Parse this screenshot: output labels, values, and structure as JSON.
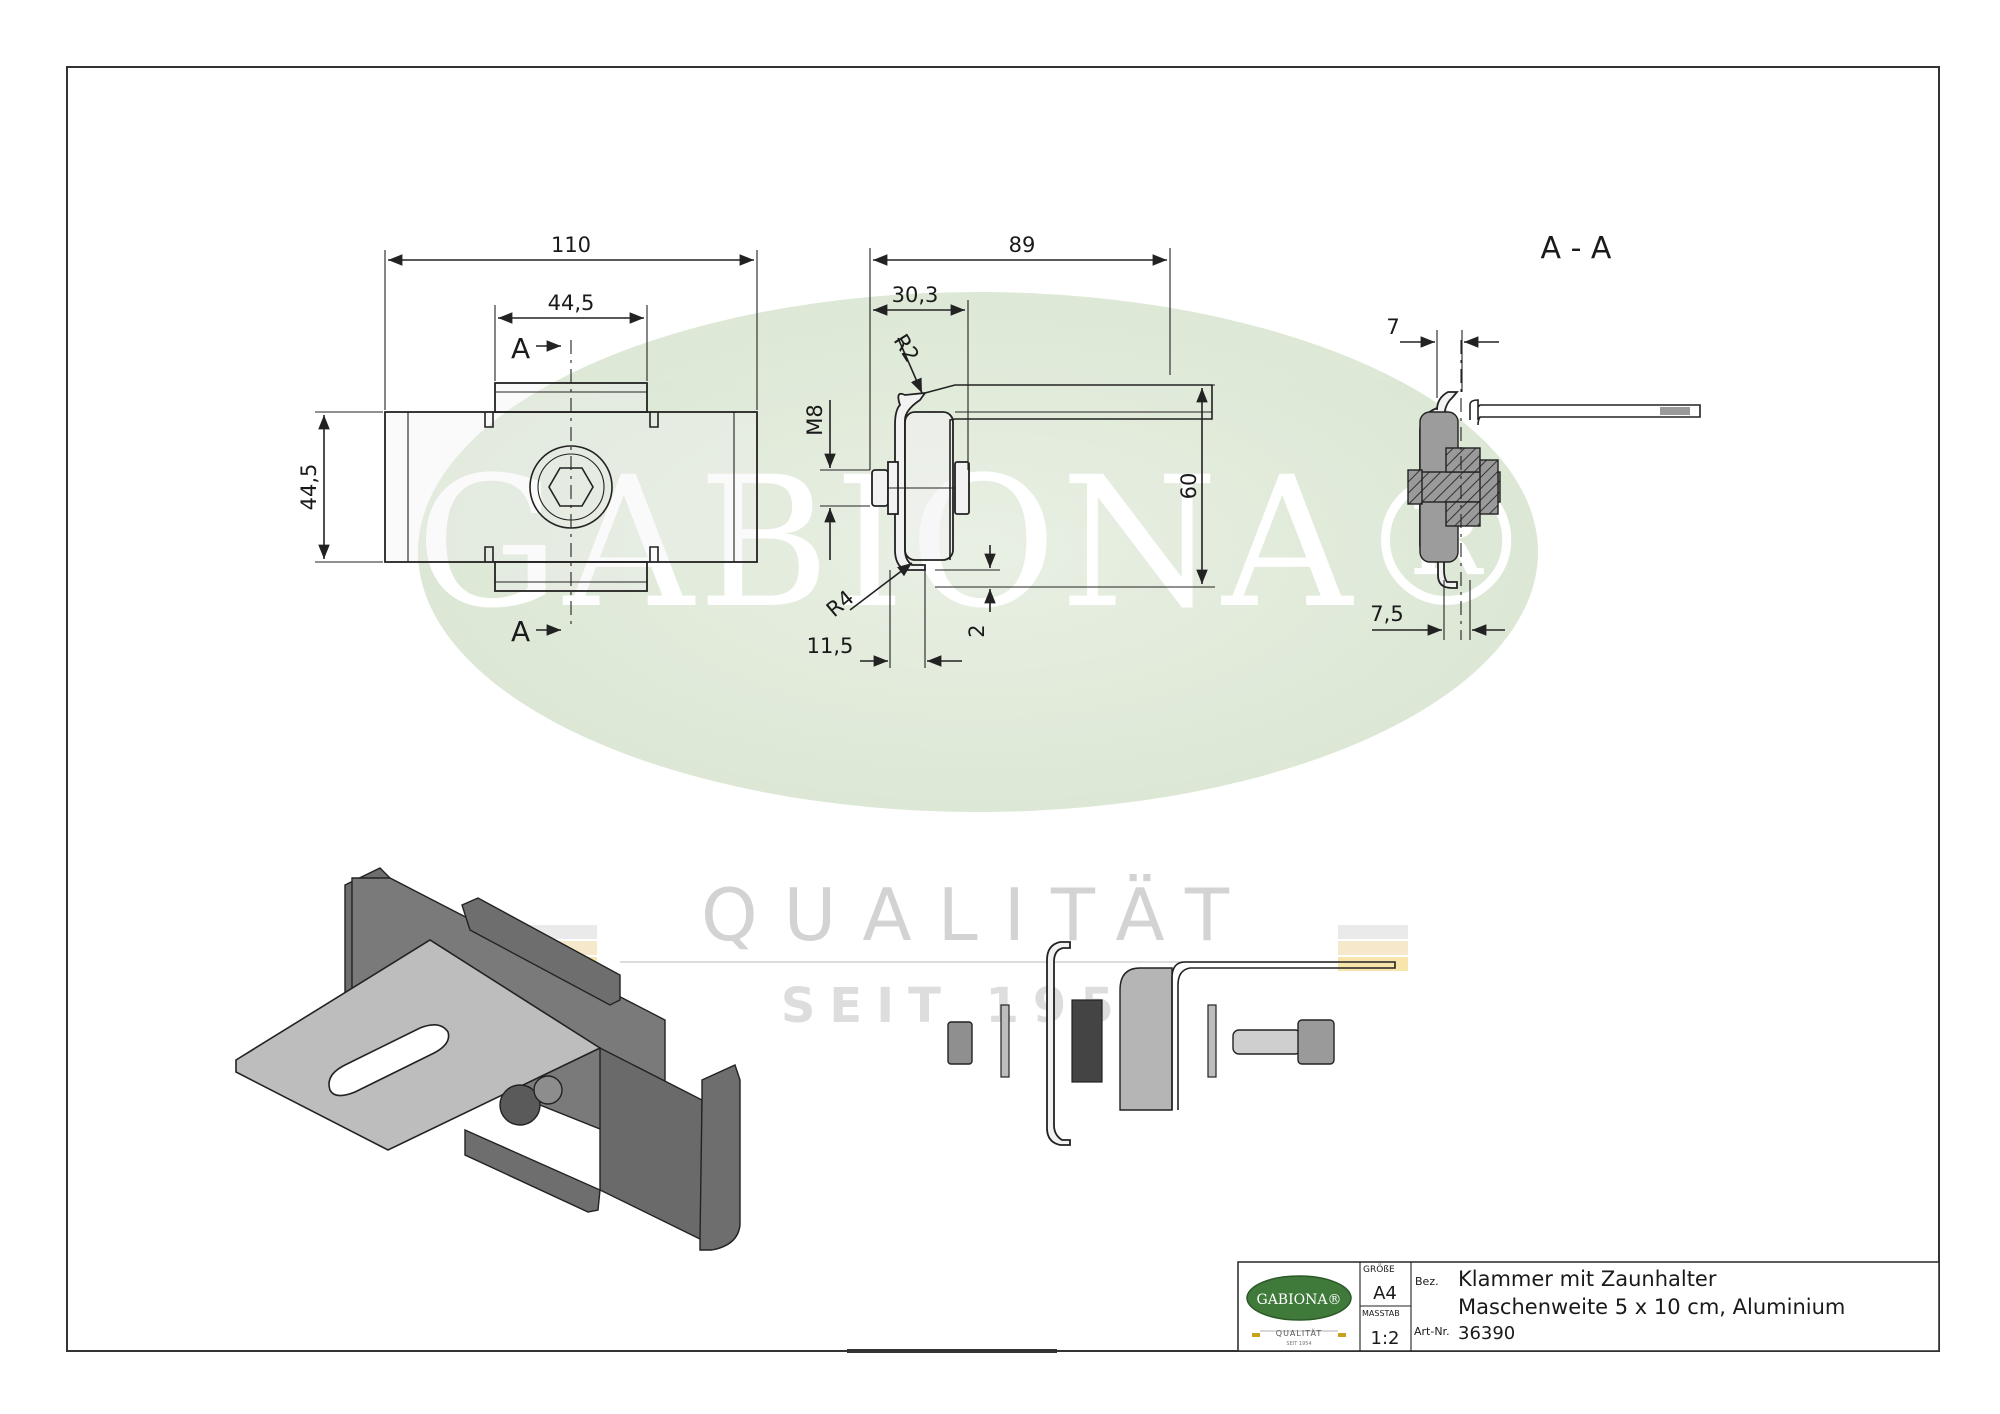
{
  "watermark": {
    "brand": "GABIONA®",
    "tagline": "QUALITÄT",
    "since": "SEIT 1954"
  },
  "views": {
    "section_label": "A - A",
    "section_marker": "A"
  },
  "dimensions": {
    "front_width": "110",
    "front_inner_width": "44,5",
    "front_height": "44,5",
    "side_length": "89",
    "side_offset": "30,3",
    "radius_top": "R2",
    "radius_bottom": "R4",
    "bolt": "M8",
    "side_height": "60",
    "side_bottom_offset": "11,5",
    "side_thickness": "2",
    "section_top": "7",
    "section_bottom": "7,5"
  },
  "title_block": {
    "logo_text": "GABIONA®",
    "logo_sub": "QUALITÄT",
    "logo_since": "SEIT 1954",
    "size_label": "GRÖßE",
    "size_value": "A4",
    "scale_label": "MASSTAB",
    "scale_value": "1:2",
    "name_label": "Bez.",
    "name_line1": "Klammer mit Zaunhalter",
    "name_line2": "Maschenweite 5 x 10 cm, Aluminium",
    "artno_label": "Art-Nr.",
    "artno_value": "36390"
  },
  "colors": {
    "watermark_green": "#dfe9d7",
    "part_fill": "#f2f2f2",
    "shade": "#6e6e6e",
    "logo_green": "#3f7a3a"
  }
}
